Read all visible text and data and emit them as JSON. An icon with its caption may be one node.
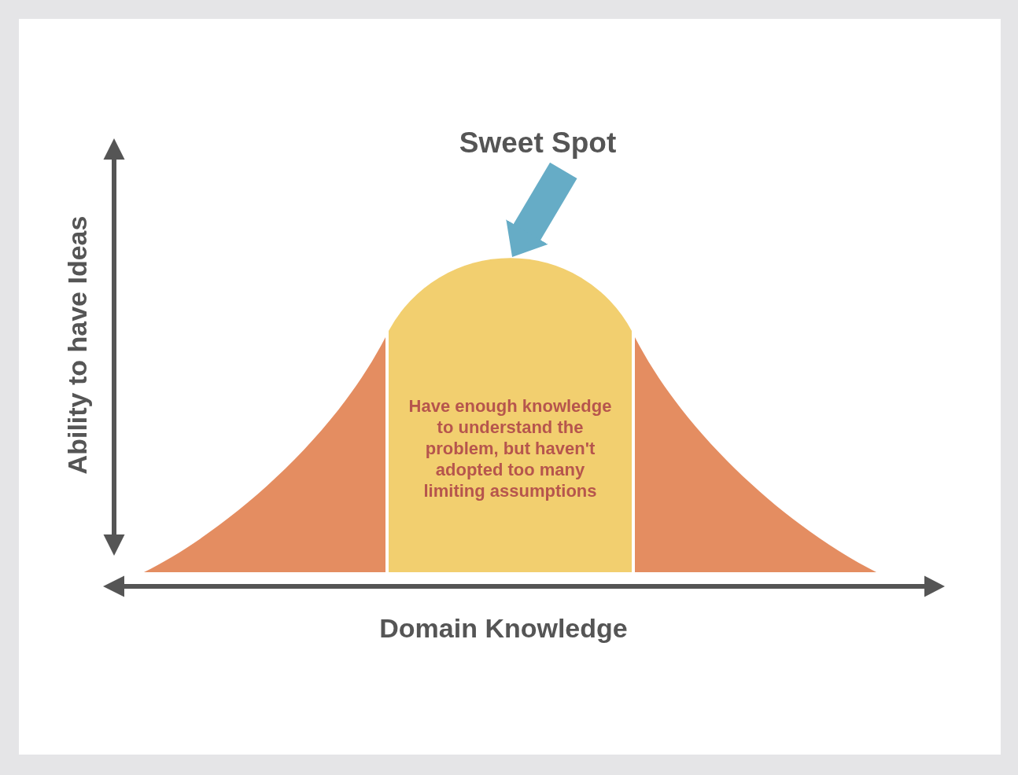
{
  "diagram": {
    "nodes": [
      {
        "text": [
          "Sweet Spot"
        ]
      },
      {
        "text": [],
        "shape": "area"
      },
      {
        "text": [
          "Have enough knowledge to understand the problem, but haven't adopted too many limiting assumptions"
        ]
      },
      {
        "text": [],
        "shape": "area"
      }
    ],
    "edges": [
      {
        "from": 0,
        "to": 2,
        "arrow": "to",
        "color": "#66acc6"
      }
    ],
    "labels": [
      "Ability to have Ideas",
      "Domain Knowledge"
    ]
  }
}
